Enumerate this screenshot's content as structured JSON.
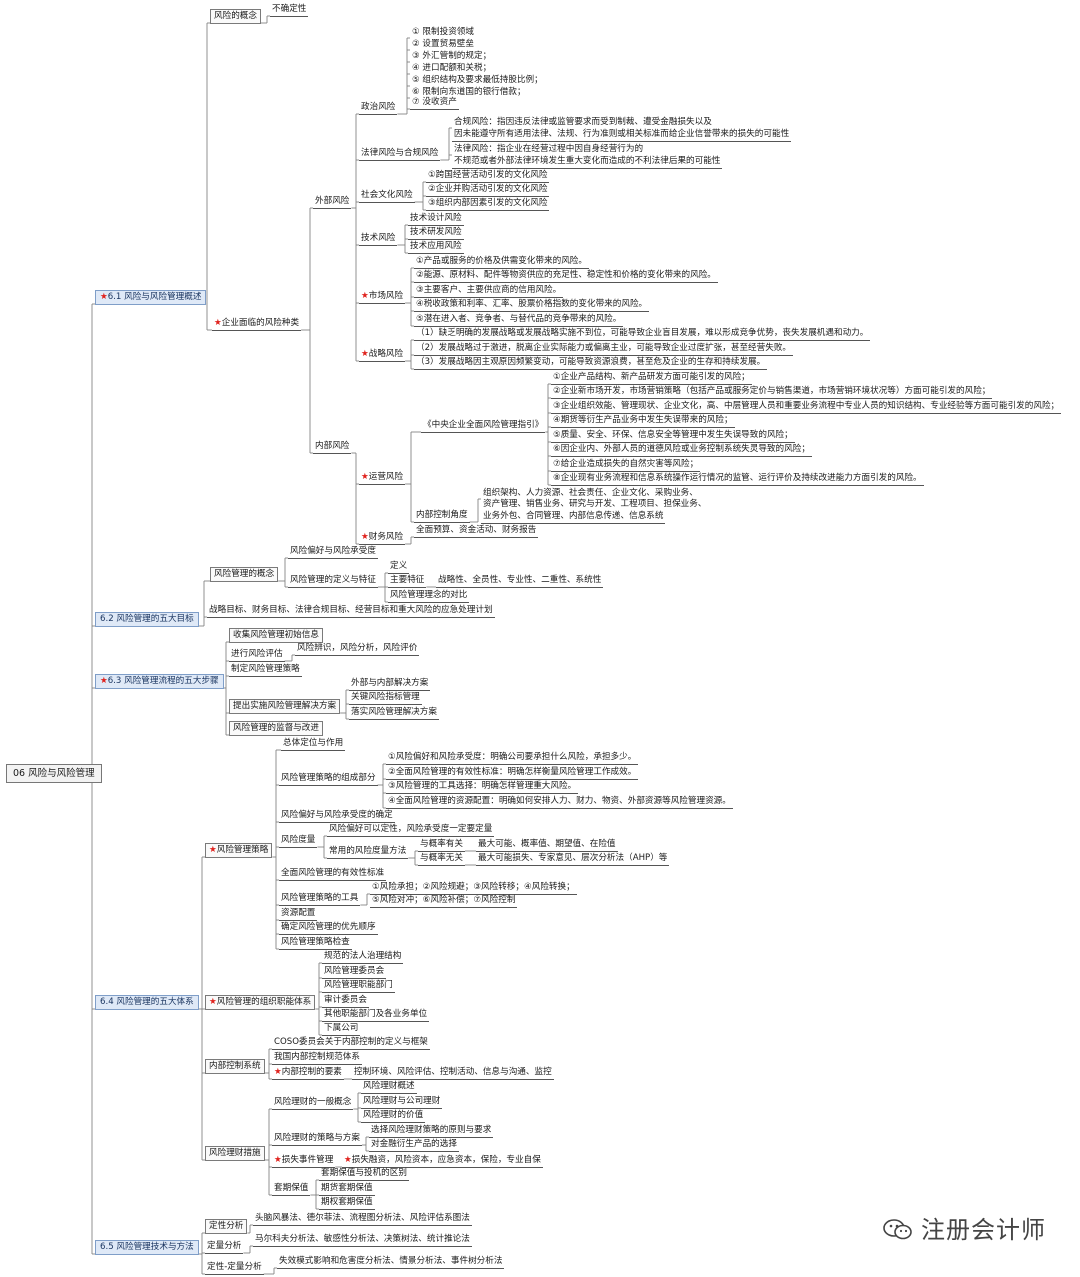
{
  "root": "06 风险与风险管理",
  "sections": [
    {
      "id": "s61",
      "label": "6.1 风险与风险管理概述",
      "star": true
    },
    {
      "id": "s62",
      "label": "6.2 风险管理的五大目标",
      "star": false
    },
    {
      "id": "s63",
      "label": "6.3 风险管理流程的五大步骤",
      "star": true
    },
    {
      "id": "s64",
      "label": "6.4 风险管理的五大体系",
      "star": false
    },
    {
      "id": "s65",
      "label": "6.5 风险管理技术与方法",
      "star": false
    }
  ],
  "nodes": [
    {
      "id": "a1",
      "t": "风险的概念"
    },
    {
      "id": "a1a",
      "t": "不确定性"
    },
    {
      "id": "a2",
      "t": "企业面临的风险种类",
      "star": true
    },
    {
      "id": "w",
      "t": "外部风险"
    },
    {
      "id": "zz",
      "t": "政治风险"
    },
    {
      "id": "zz1",
      "t": "① 限制投资领域"
    },
    {
      "id": "zz2",
      "t": "② 设置贸易壁垒"
    },
    {
      "id": "zz3",
      "t": "③ 外汇管制的规定；"
    },
    {
      "id": "zz4",
      "t": "④ 进口配额和关税；"
    },
    {
      "id": "zz5",
      "t": "⑤ 组织结构及要求最低持股比例；"
    },
    {
      "id": "zz6",
      "t": "⑥ 限制向东道国的银行借款；"
    },
    {
      "id": "zz7",
      "t": "⑦ 没收资产"
    },
    {
      "id": "fl",
      "t": "法律风险与合规风险"
    },
    {
      "id": "fl1",
      "t": "合规风险：指因违反法律或监管要求而受到制裁、遭受金融损失以及"
    },
    {
      "id": "fl1b",
      "t": "因未能遵守所有适用法律、法规、行为准则或相关标准而给企业信誉带来的损失的可能性"
    },
    {
      "id": "fl2",
      "t": "法律风险：指企业在经营过程中因自身经营行为的"
    },
    {
      "id": "fl2b",
      "t": "不规范或者外部法律环境发生重大变化而造成的不利法律后果的可能性"
    },
    {
      "id": "sh",
      "t": "社会文化风险"
    },
    {
      "id": "sh1",
      "t": "①跨国经营活动引发的文化风险"
    },
    {
      "id": "sh2",
      "t": "②企业并购活动引发的文化风险"
    },
    {
      "id": "sh3",
      "t": "③组织内部因素引发的文化风险"
    },
    {
      "id": "js",
      "t": "技术风险"
    },
    {
      "id": "js1",
      "t": "技术设计风险"
    },
    {
      "id": "js2",
      "t": "技术研发风险"
    },
    {
      "id": "js3",
      "t": "技术应用风险"
    },
    {
      "id": "sc",
      "t": "市场风险",
      "star": true
    },
    {
      "id": "sc1",
      "t": "①产品或服务的价格及供需变化带来的风险。"
    },
    {
      "id": "sc2",
      "t": "②能源、原材料、配件等物资供应的充足性、稳定性和价格的变化带来的风险。"
    },
    {
      "id": "sc3",
      "t": "③主要客户、主要供应商的信用风险。"
    },
    {
      "id": "sc4",
      "t": "④税收政策和利率、汇率、股票价格指数的变化带来的风险。"
    },
    {
      "id": "sc5",
      "t": "⑤潜在进入者、竞争者、与替代品的竞争带来的风险。"
    },
    {
      "id": "zl",
      "t": "战略风险",
      "star": true
    },
    {
      "id": "zl1",
      "t": "（1）缺乏明确的发展战略或发展战略实施不到位，可能导致企业盲目发展，难以形成竞争优势，丧失发展机遇和动力。"
    },
    {
      "id": "zl2",
      "t": "（2）发展战略过于激进，脱离企业实际能力或偏离主业，可能导致企业过度扩张，甚至经营失败。"
    },
    {
      "id": "zl3",
      "t": "（3）发展战略因主观原因频繁变动，可能导致资源浪费，甚至危及企业的生存和持续发展。"
    },
    {
      "id": "nb",
      "t": "内部风险"
    },
    {
      "id": "yy",
      "t": "运营风险",
      "star": true
    },
    {
      "id": "zy",
      "t": "《中央企业全面风险管理指引》"
    },
    {
      "id": "yy1",
      "t": "①企业产品结构、新产品研发方面可能引发的风险；"
    },
    {
      "id": "yy2",
      "t": "②企业新市场开发，市场营销策略（包括产品或服务定价与销售渠道，市场营销环境状况等）方面可能引发的风险；"
    },
    {
      "id": "yy3",
      "t": "③企业组织效能、管理现状、企业文化，高、中层管理人员和重要业务流程中专业人员的知识结构、专业经验等方面可能引发的风险；"
    },
    {
      "id": "yy4",
      "t": "④期货等衍生产品业务中发生失误带来的风险；"
    },
    {
      "id": "yy5",
      "t": "⑤质量、安全、环保、信息安全等管理中发生失误导致的风险；"
    },
    {
      "id": "yy6",
      "t": "⑥因企业内、外部人员的道德风险或业务控制系统失灵导致的风险；"
    },
    {
      "id": "yy7",
      "t": "⑦给企业造成损失的自然灾害等风险；"
    },
    {
      "id": "yy8",
      "t": "⑧企业现有业务流程和信息系统操作运行情况的监管、运行评价及持续改进能力方面引发的风险。"
    },
    {
      "id": "nk",
      "t": "内部控制角度"
    },
    {
      "id": "nk1",
      "t": "组织架构、人力资源、社会责任、企业文化、采购业务、"
    },
    {
      "id": "nk2",
      "t": "资产管理、销售业务、研究与开发、工程项目、担保业务、"
    },
    {
      "id": "nk3",
      "t": "业务外包、合同管理、内部信息传递、信息系统"
    },
    {
      "id": "cw",
      "t": "财务风险",
      "star": true
    },
    {
      "id": "cw1",
      "t": "全面预算、资金活动、财务报告"
    },
    {
      "id": "b1",
      "t": "风险管理的概念"
    },
    {
      "id": "b1a",
      "t": "风险偏好与风险承受度"
    },
    {
      "id": "b1b",
      "t": "风险管理的定义与特征"
    },
    {
      "id": "b1b1",
      "t": "定义"
    },
    {
      "id": "b1b2",
      "t": "主要特征"
    },
    {
      "id": "b1b2a",
      "t": "战略性、全员性、专业性、二重性、系统性"
    },
    {
      "id": "b1b3",
      "t": "风险管理理念的对比"
    },
    {
      "id": "c1",
      "t": "战略目标、财务目标、法律合规目标、经营目标和重大风险的应急处理计划"
    },
    {
      "id": "d1",
      "t": "收集风险管理初始信息"
    },
    {
      "id": "d2",
      "t": "进行风险评估"
    },
    {
      "id": "d2a",
      "t": "风险辨识，风险分析，风险评价"
    },
    {
      "id": "d3",
      "t": "制定风险管理策略"
    },
    {
      "id": "d4",
      "t": "提出实施风险管理解决方案"
    },
    {
      "id": "d4a",
      "t": "外部与内部解决方案"
    },
    {
      "id": "d4b",
      "t": "关键风险指标管理"
    },
    {
      "id": "d4c",
      "t": "落实风险管理解决方案"
    },
    {
      "id": "d5",
      "t": "风险管理的监督与改进"
    },
    {
      "id": "e1",
      "t": "风险管理策略",
      "star": true
    },
    {
      "id": "e1a",
      "t": "总体定位与作用"
    },
    {
      "id": "e1b",
      "t": "风险管理策略的组成部分"
    },
    {
      "id": "e1b1",
      "t": "①风险偏好和风险承受度：明确公司要承担什么风险，承担多少。"
    },
    {
      "id": "e1b2",
      "t": "②全面风险管理的有效性标准：明确怎样衡量风险管理工作成效。"
    },
    {
      "id": "e1b3",
      "t": "③风险管理的工具选择：明确怎样管理重大风险。"
    },
    {
      "id": "e1b4",
      "t": "④全面风险管理的资源配置：明确如何安排人力、财力、物资、外部资源等风险管理资源。"
    },
    {
      "id": "e1c",
      "t": "风险偏好与风险承受度的确定"
    },
    {
      "id": "e1d",
      "t": "风险度量"
    },
    {
      "id": "e1d1",
      "t": "风险偏好可以定性，风险承受度一定要定量"
    },
    {
      "id": "e1d2",
      "t": "常用的风险度量方法"
    },
    {
      "id": "e1d2a",
      "t": "与概率有关"
    },
    {
      "id": "e1d2a1",
      "t": "最大可能、概率值、期望值、在险值"
    },
    {
      "id": "e1d2b",
      "t": "与概率无关"
    },
    {
      "id": "e1d2b1",
      "t": "最大可能损失、专家意见、层次分析法（AHP）等"
    },
    {
      "id": "e1e",
      "t": "全面风险管理的有效性标准"
    },
    {
      "id": "e1f",
      "t": "风险管理策略的工具"
    },
    {
      "id": "e1f1",
      "t": "①风险承担；②风险规避；③风险转移；④风险转换；"
    },
    {
      "id": "e1f2",
      "t": "⑤风险对冲；⑥风险补偿；⑦风险控制"
    },
    {
      "id": "e1g",
      "t": "资源配置"
    },
    {
      "id": "e1h",
      "t": "确定风险管理的优先顺序"
    },
    {
      "id": "e1i",
      "t": "风险管理策略检查"
    },
    {
      "id": "e2",
      "t": "风险管理的组织职能体系",
      "star": true
    },
    {
      "id": "e2a",
      "t": "规范的法人治理结构"
    },
    {
      "id": "e2b",
      "t": "风险管理委员会"
    },
    {
      "id": "e2c",
      "t": "风险管理职能部门"
    },
    {
      "id": "e2d",
      "t": "审计委员会"
    },
    {
      "id": "e2e",
      "t": "其他职能部门及各业务单位"
    },
    {
      "id": "e2f",
      "t": "下属公司"
    },
    {
      "id": "e3",
      "t": "内部控制系统"
    },
    {
      "id": "e3a",
      "t": "COSO委员会关于内部控制的定义与框架"
    },
    {
      "id": "e3b",
      "t": "我国内部控制规范体系"
    },
    {
      "id": "e3c",
      "t": "内部控制的要素",
      "star": true
    },
    {
      "id": "e3c1",
      "t": "控制环境、风险评估、控制活动、信息与沟通、监控"
    },
    {
      "id": "e4",
      "t": "风险理财措施"
    },
    {
      "id": "e4a",
      "t": "风险理财的一般概念"
    },
    {
      "id": "e4a1",
      "t": "风险理财概述"
    },
    {
      "id": "e4a2",
      "t": "风险理财与公司理财"
    },
    {
      "id": "e4a3",
      "t": "风险理财的价值"
    },
    {
      "id": "e4b",
      "t": "风险理财的策略与方案"
    },
    {
      "id": "e4b1",
      "t": "选择风险理财策略的原则与要求"
    },
    {
      "id": "e4b2",
      "t": "对金融衍生产品的选择"
    },
    {
      "id": "e4c",
      "t": "损失事件管理",
      "star": true
    },
    {
      "id": "e4c1",
      "t": "损失融资，风险资本，应急资本，保险，专业自保",
      "star": true
    },
    {
      "id": "e4d",
      "t": "套期保值"
    },
    {
      "id": "e4d1",
      "t": "套期保值与投机的区别"
    },
    {
      "id": "e4d2",
      "t": "期货套期保值"
    },
    {
      "id": "e4d3",
      "t": "期权套期保值"
    },
    {
      "id": "f1",
      "t": "定性分析"
    },
    {
      "id": "f1a",
      "t": "头脑风暴法、德尔菲法、流程图分析法、风险评估系图法"
    },
    {
      "id": "f2",
      "t": "定量分析"
    },
    {
      "id": "f2a",
      "t": "马尔科夫分析法、敏感性分析法、决策树法、统计推论法"
    },
    {
      "id": "f3",
      "t": "定性-定量分析"
    },
    {
      "id": "f3a",
      "t": "失效模式影响和危害度分析法、情景分析法、事件树分析法"
    }
  ],
  "watermark": "注册会计师"
}
